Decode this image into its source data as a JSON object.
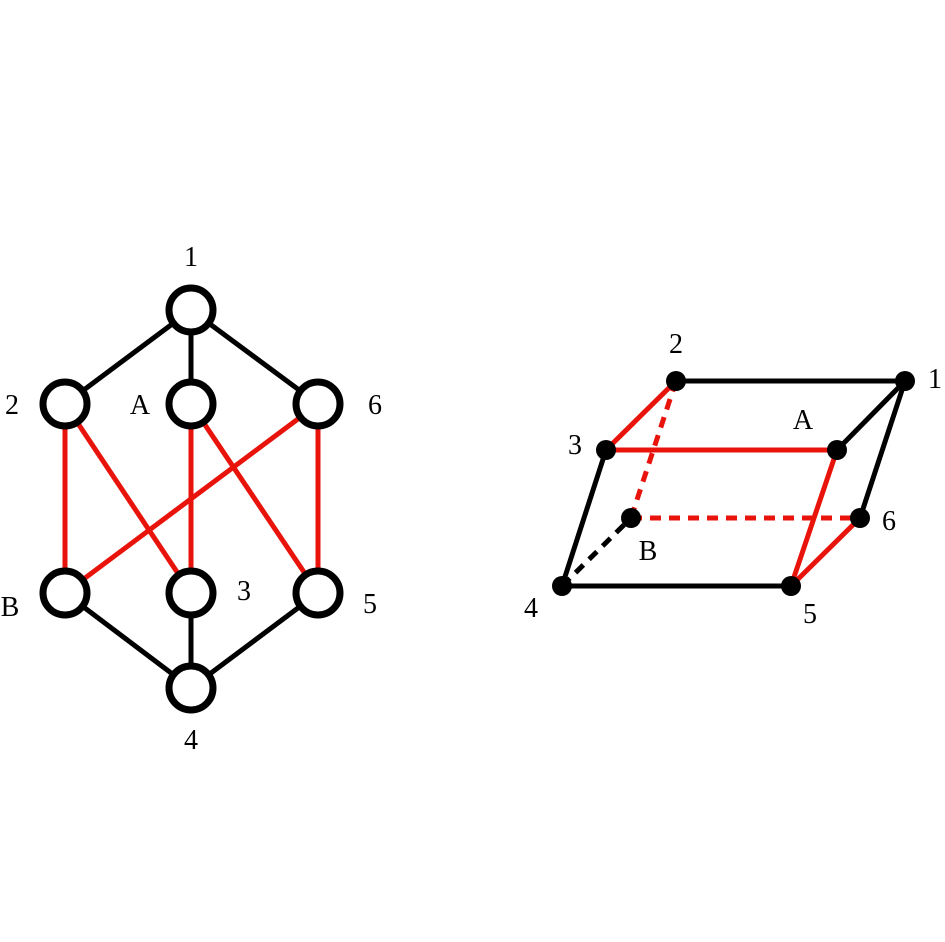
{
  "colors": {
    "black": "#000000",
    "red": "#e8140c",
    "white": "#ffffff"
  },
  "left_graph": {
    "nodes": [
      {
        "id": "1",
        "label": "1"
      },
      {
        "id": "2",
        "label": "2"
      },
      {
        "id": "A",
        "label": "A"
      },
      {
        "id": "6",
        "label": "6"
      },
      {
        "id": "B",
        "label": "B"
      },
      {
        "id": "3",
        "label": "3"
      },
      {
        "id": "5",
        "label": "5"
      },
      {
        "id": "4",
        "label": "4"
      }
    ],
    "edges": [
      {
        "from": "1",
        "to": "2",
        "color": "black"
      },
      {
        "from": "1",
        "to": "A",
        "color": "black"
      },
      {
        "from": "1",
        "to": "6",
        "color": "black"
      },
      {
        "from": "B",
        "to": "4",
        "color": "black"
      },
      {
        "from": "3",
        "to": "4",
        "color": "black"
      },
      {
        "from": "5",
        "to": "4",
        "color": "black"
      },
      {
        "from": "2",
        "to": "B",
        "color": "red"
      },
      {
        "from": "2",
        "to": "3",
        "color": "red"
      },
      {
        "from": "A",
        "to": "3",
        "color": "red"
      },
      {
        "from": "A",
        "to": "5",
        "color": "red"
      },
      {
        "from": "6",
        "to": "B",
        "color": "red"
      },
      {
        "from": "6",
        "to": "5",
        "color": "red"
      }
    ]
  },
  "right_prism": {
    "nodes": [
      {
        "id": "1",
        "label": "1"
      },
      {
        "id": "2",
        "label": "2"
      },
      {
        "id": "3",
        "label": "3"
      },
      {
        "id": "A",
        "label": "A"
      },
      {
        "id": "B",
        "label": "B"
      },
      {
        "id": "6",
        "label": "6"
      },
      {
        "id": "4",
        "label": "4"
      },
      {
        "id": "5",
        "label": "5"
      }
    ],
    "edges": [
      {
        "from": "2",
        "to": "1",
        "color": "black",
        "dashed": false
      },
      {
        "from": "1",
        "to": "A",
        "color": "black",
        "dashed": false
      },
      {
        "from": "1",
        "to": "6",
        "color": "black",
        "dashed": false
      },
      {
        "from": "3",
        "to": "4",
        "color": "black",
        "dashed": false
      },
      {
        "from": "4",
        "to": "5",
        "color": "black",
        "dashed": false
      },
      {
        "from": "4",
        "to": "B",
        "color": "black",
        "dashed": true
      },
      {
        "from": "2",
        "to": "3",
        "color": "red",
        "dashed": false
      },
      {
        "from": "3",
        "to": "A",
        "color": "red",
        "dashed": false
      },
      {
        "from": "A",
        "to": "5",
        "color": "red",
        "dashed": false
      },
      {
        "from": "5",
        "to": "6",
        "color": "red",
        "dashed": false
      },
      {
        "from": "2",
        "to": "B",
        "color": "red",
        "dashed": true
      },
      {
        "from": "B",
        "to": "6",
        "color": "red",
        "dashed": true
      }
    ]
  }
}
